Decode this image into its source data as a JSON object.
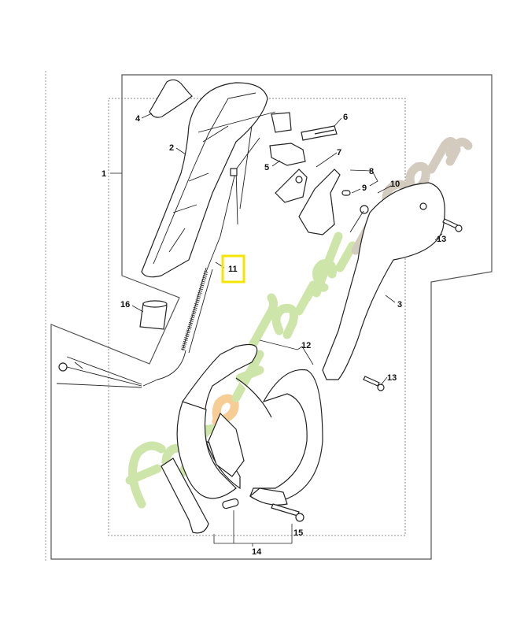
{
  "diagram": {
    "callouts": [
      {
        "id": "1",
        "text": "1"
      },
      {
        "id": "2",
        "text": "2"
      },
      {
        "id": "3",
        "text": "3"
      },
      {
        "id": "4",
        "text": "4"
      },
      {
        "id": "5",
        "text": "5"
      },
      {
        "id": "6",
        "text": "6"
      },
      {
        "id": "7",
        "text": "7"
      },
      {
        "id": "8",
        "text": "8"
      },
      {
        "id": "9",
        "text": "9"
      },
      {
        "id": "10",
        "text": "10"
      },
      {
        "id": "11",
        "text": "11"
      },
      {
        "id": "12",
        "text": "12"
      },
      {
        "id": "13a",
        "text": "13"
      },
      {
        "id": "13b",
        "text": "13"
      },
      {
        "id": "14",
        "text": "14"
      },
      {
        "id": "15",
        "text": "15"
      },
      {
        "id": "16",
        "text": "16"
      }
    ],
    "highlighted_callout": "11",
    "highlight_color": "#f5e600",
    "watermark": "foretjardin.com",
    "watermark_colors": [
      "#c9e3a0",
      "#f6c98a",
      "#cfc6b8"
    ]
  }
}
